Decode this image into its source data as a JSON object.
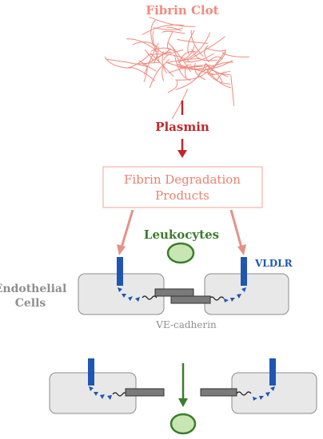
{
  "labels": {
    "fibrin_clot": "Fibrin Clot",
    "plasmin": "Plasmin",
    "fdp_line1": "Fibrin Degradation",
    "fdp_line2": "Products",
    "leukocytes": "Leukocytes",
    "vldlr": "VLDLR",
    "endothelial_line1": "Endothelial",
    "endothelial_line2": "Cells",
    "ve_cadherin": "VE-cadherin"
  },
  "colors": {
    "clot": "#f08a7e",
    "plasmin": "#c0272d",
    "fdp_text": "#e8826f",
    "fdp_box_border": "#f2b3aa",
    "fdp_arrow": "#e5918a",
    "leukocyte_text": "#3a7d2c",
    "leukocyte_fill": "#c8e6b3",
    "leukocyte_stroke": "#3a7d2c",
    "receptor": "#1f56b4",
    "vldlr_text": "#1f56b4",
    "cell_fill": "#e8e8e8",
    "cell_stroke": "#8c8c8c",
    "gray_text": "#8f8f8f",
    "cadherin": "#7a7a7a"
  },
  "icons": {
    "leukocyte": "green-oval-cell",
    "receptor": "blue-vertical-bar",
    "ligand": "blue-triangle-dots"
  }
}
